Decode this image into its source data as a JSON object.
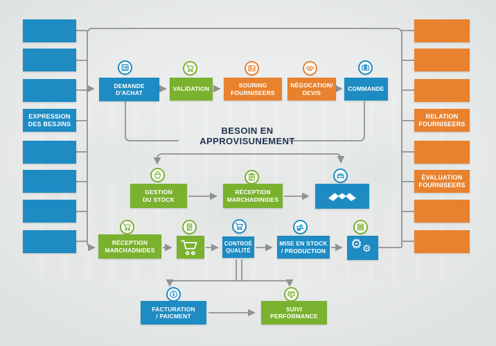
{
  "palette": {
    "blue": "#1e8bc3",
    "green": "#7ab12f",
    "orange": "#e8822e",
    "connector_gray": "#8f9192",
    "heading_navy": "#20304d",
    "background_gray": "#e9ebeb"
  },
  "background_photo": "blurred industrial facility interior",
  "heading": {
    "line1": "BESOIN EN",
    "line2": "APPROVISUNEMENT"
  },
  "left_column": {
    "color": "blue",
    "boxes": [
      "",
      "",
      "",
      "EXPRESSION\nDES BESJINS",
      "",
      "",
      "",
      ""
    ]
  },
  "right_column": {
    "color": "orange",
    "boxes": [
      "",
      "",
      "",
      "RELATION\nFOURNISEERS",
      "",
      "ÉVALUATION\nFOURNISEERS",
      "",
      ""
    ]
  },
  "top_row": [
    {
      "label": "DEMANDE\nD'ACHAT",
      "color": "blue",
      "icon": "order-form-icon"
    },
    {
      "label": "VALIDATION",
      "color": "green",
      "icon": "cart-icon"
    },
    {
      "label": "SOURING\nFOURNISEERS",
      "color": "orange",
      "icon": "image-icon"
    },
    {
      "label": "NÉGOCATION/\nDEVIS",
      "color": "orange",
      "icon": "handshake-icon"
    },
    {
      "label": "COMMANDE",
      "color": "blue",
      "icon": "camera-icon"
    }
  ],
  "middle_row": [
    {
      "label": "GESTION\nDU STOCK",
      "color": "green",
      "icon": "basket-icon"
    },
    {
      "label": "RÉCEPTION\nMARCHADINIDES",
      "color": "green",
      "icon": "clipboard-icon"
    },
    {
      "label": "",
      "color": "blue",
      "icon": "sofa-icon",
      "box_graphic": "handshake-icon"
    }
  ],
  "lower_row": [
    {
      "label": "RÉCEPTION\nMARCHADNIDES",
      "color": "green",
      "icon": "cart-icon"
    },
    {
      "label": "",
      "color": "green",
      "icon": "building-icon",
      "box_graphic": "cart-icon"
    },
    {
      "label": "CONTROÈ\nQUALITÉ",
      "color": "blue",
      "icon": "cart-icon"
    },
    {
      "label": "MISE EN STOCK\n/ PRODUCTION",
      "color": "blue",
      "icon": "forklift-icon"
    },
    {
      "label": "",
      "color": "blue",
      "icon": "documents-icon",
      "box_graphic": "gears-icon"
    }
  ],
  "bottom_row": [
    {
      "label": "FACTURATION\n/ PAICMENT",
      "color": "blue",
      "icon": "coin-icon"
    },
    {
      "label": "SUIVI\nPERFORMANCE",
      "color": "green",
      "icon": "monitor-icon"
    }
  ]
}
